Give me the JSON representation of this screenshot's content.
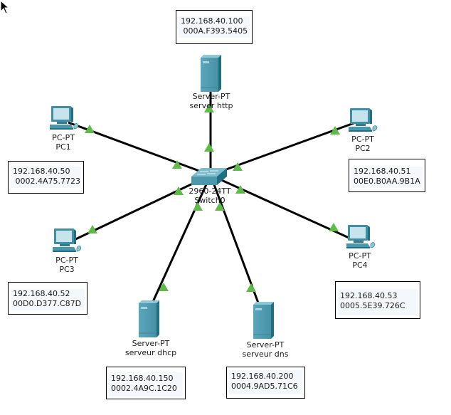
{
  "colors": {
    "link": "#000000",
    "port_up": "#5dbb46",
    "device_body": "#4b98ad",
    "device_dark": "#1f6f82",
    "device_light": "#8fc6d5",
    "note_border": "#000000",
    "note_fill": "#f4f7fc"
  },
  "devices": [
    {
      "id": "switch0",
      "type": "switch",
      "model": "2960-24TT",
      "name": "Switch0",
      "icon": "switch-icon"
    },
    {
      "id": "server-http",
      "type": "server",
      "model": "Server-PT",
      "name": "server http",
      "icon": "server-icon"
    },
    {
      "id": "pc1",
      "type": "pc",
      "model": "PC-PT",
      "name": "PC1",
      "icon": "pc-icon"
    },
    {
      "id": "pc2",
      "type": "pc",
      "model": "PC-PT",
      "name": "PC2",
      "icon": "pc-icon"
    },
    {
      "id": "pc3",
      "type": "pc",
      "model": "PC-PT",
      "name": "PC3",
      "icon": "pc-icon"
    },
    {
      "id": "pc4",
      "type": "pc",
      "model": "PC-PT",
      "name": "PC4",
      "icon": "pc-icon"
    },
    {
      "id": "server-dhcp",
      "type": "server",
      "model": "Server-PT",
      "name": "serveur dhcp",
      "icon": "server-icon"
    },
    {
      "id": "server-dns",
      "type": "server",
      "model": "Server-PT",
      "name": "serveur dns",
      "icon": "server-icon"
    }
  ],
  "notes": [
    {
      "for": "server-http",
      "ip": "192.168.40.100",
      "mac": " 000A.F393.5405"
    },
    {
      "for": "pc1",
      "ip": "192.168.40.50",
      "mac": " 0002.4A75.7723"
    },
    {
      "for": "pc2",
      "ip": "192.168.40.51",
      "mac": "00E0.B0AA.9B1A"
    },
    {
      "for": "pc3",
      "ip": "192.168.40.52",
      "mac": "00D0.D377.C87D"
    },
    {
      "for": "pc4",
      "ip": "192.168.40.53",
      "mac": "0005.5E39.726C"
    },
    {
      "for": "server-dhcp",
      "ip": "192.168.40.150",
      "mac": "0002.4A9C.1C20"
    },
    {
      "for": "server-dns",
      "ip": "192.168.40.200",
      "mac": "0004.9AD5.71C6"
    }
  ],
  "links": [
    {
      "from": "switch0",
      "to": "server-http",
      "status": "up"
    },
    {
      "from": "switch0",
      "to": "pc1",
      "status": "up"
    },
    {
      "from": "switch0",
      "to": "pc2",
      "status": "up"
    },
    {
      "from": "switch0",
      "to": "pc3",
      "status": "up"
    },
    {
      "from": "switch0",
      "to": "pc4",
      "status": "up"
    },
    {
      "from": "switch0",
      "to": "server-dhcp",
      "status": "up"
    },
    {
      "from": "switch0",
      "to": "server-dns",
      "status": "up"
    }
  ],
  "cursor": {
    "icon": "mouse-pointer-icon"
  }
}
